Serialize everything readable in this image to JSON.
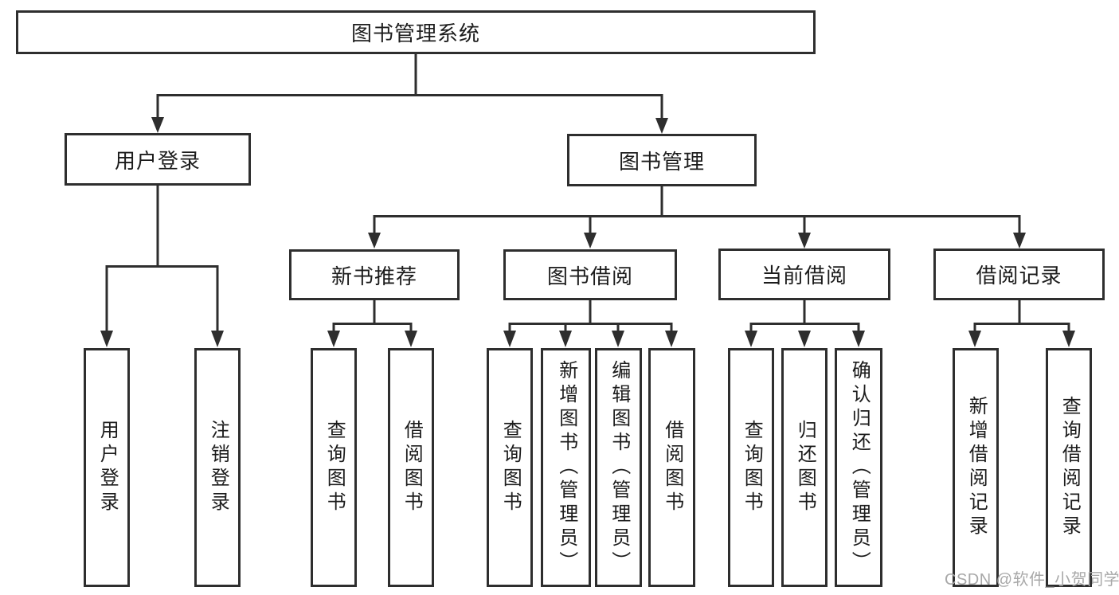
{
  "tree": {
    "root": "图书管理系统",
    "children": [
      {
        "label": "用户登录",
        "children": [
          "用户登录",
          "注销登录"
        ]
      },
      {
        "label": "图书管理",
        "children": [
          {
            "label": "新书推荐",
            "children": [
              "查询图书",
              "借阅图书"
            ]
          },
          {
            "label": "图书借阅",
            "children": [
              "查询图书",
              "新增图书（管理员）",
              "编辑图书（管理员）",
              "借阅图书"
            ]
          },
          {
            "label": "当前借阅",
            "children": [
              "查询图书",
              "归还图书",
              "确认归还（管理员）"
            ]
          },
          {
            "label": "借阅记录",
            "children": [
              "新增借阅记录",
              "查询借阅记录"
            ]
          }
        ]
      }
    ]
  },
  "watermark": "CSDN @软件_小贺同学",
  "colors": {
    "line": "#2e2e2e",
    "text": "#1c1c1c",
    "box_background": "#ffffff",
    "background": "#ffffff",
    "watermark": "#a8a8a8"
  }
}
